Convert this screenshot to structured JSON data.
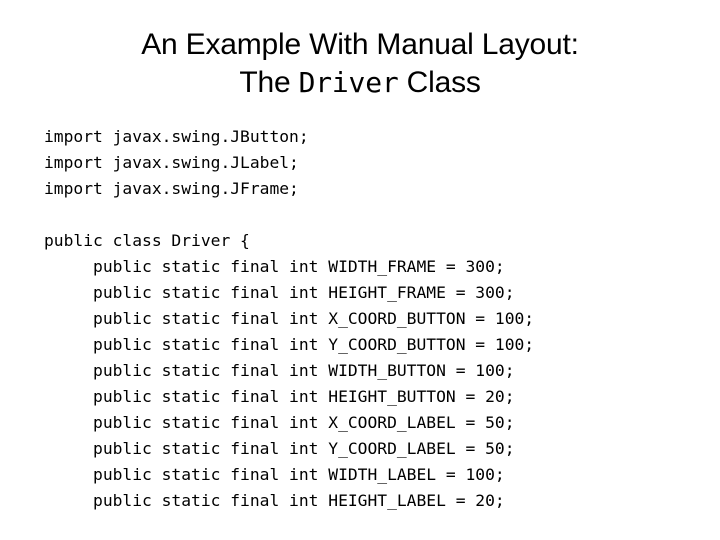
{
  "slide": {
    "background_color": "#ffffff",
    "text_color": "#000000",
    "title": {
      "line1": "An Example With Manual Layout:",
      "line2": {
        "pre": "The ",
        "code_word": "Driver",
        "post": " Class"
      }
    },
    "code": {
      "lines": [
        "import javax.swing.JButton;",
        "import javax.swing.JLabel;",
        "import javax.swing.JFrame;",
        "",
        "public class Driver {",
        "     public static final int WIDTH_FRAME = 300;",
        "     public static final int HEIGHT_FRAME = 300;",
        "     public static final int X_COORD_BUTTON = 100;",
        "     public static final int Y_COORD_BUTTON = 100;",
        "     public static final int WIDTH_BUTTON = 100;",
        "     public static final int HEIGHT_BUTTON = 20;",
        "     public static final int X_COORD_LABEL = 50;",
        "     public static final int Y_COORD_LABEL = 50;",
        "     public static final int WIDTH_LABEL = 100;",
        "     public static final int HEIGHT_LABEL = 20;"
      ]
    }
  }
}
